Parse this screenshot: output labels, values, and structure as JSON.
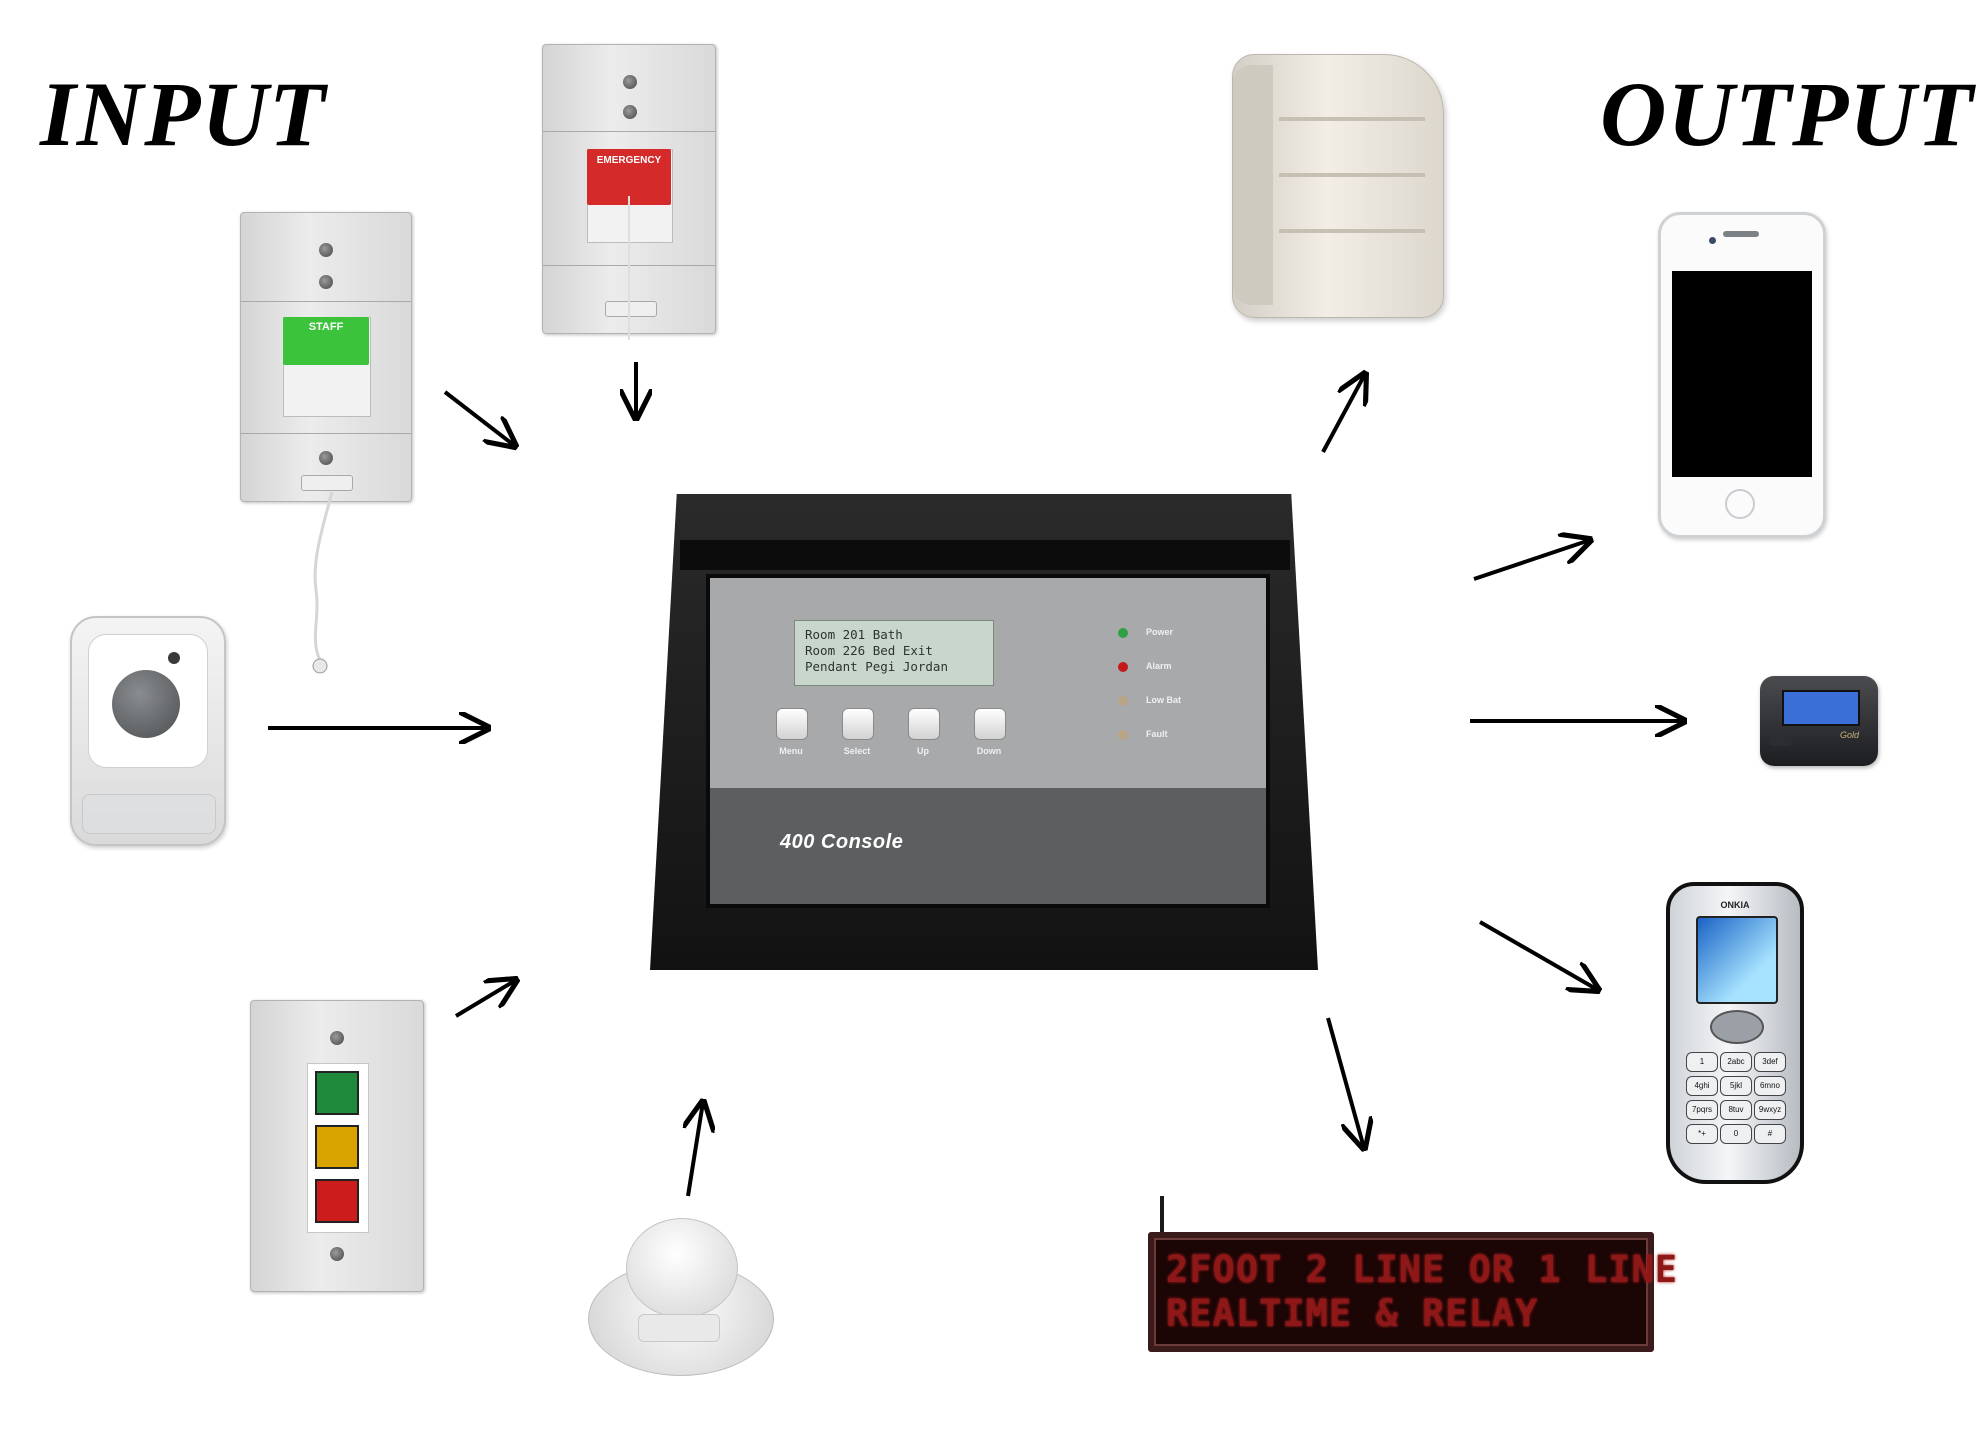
{
  "headings": {
    "input": "INPUT",
    "output": "OUTPUT"
  },
  "console": {
    "display_lines": [
      "Room 201 Bath",
      "Room 226 Bed Exit",
      "Pendant Pegi Jordan"
    ],
    "buttons": [
      "Menu",
      "Select",
      "Up",
      "Down"
    ],
    "indicators": [
      {
        "label": "Power",
        "color": "#2fa043"
      },
      {
        "label": "Alarm",
        "color": "#c21a1a"
      },
      {
        "label": "Low Bat",
        "color": "#b9a585"
      },
      {
        "label": "Fault",
        "color": "#b9a585"
      }
    ],
    "name": "400 Console"
  },
  "devices": {
    "staff_station": {
      "label": "STAFF",
      "color": "#3cc33c"
    },
    "emergency_station": {
      "label": "EMERGENCY",
      "color": "#d52a2a"
    },
    "indicator_lights": {
      "colors": [
        "#1f8a3c",
        "#d9a400",
        "#cc1c1c"
      ]
    }
  },
  "outputs": {
    "led_sign": {
      "lines": [
        "2FOOT 2 LINE OR 1 LINE",
        "REALTIME & RELAY"
      ]
    },
    "cell_phone": {
      "brand": "ONKIA",
      "keys": [
        "1",
        "2abc",
        "3def",
        "4ghi",
        "5jkl",
        "6mno",
        "7pqrs",
        "8tuv",
        "9wxyz",
        "*+",
        "0",
        "#"
      ]
    },
    "pager": {
      "brand": "Gold"
    }
  },
  "colors": {
    "arrow": "#000000",
    "console_body": "#1a1a1a",
    "panel": "#a7a9ab"
  }
}
